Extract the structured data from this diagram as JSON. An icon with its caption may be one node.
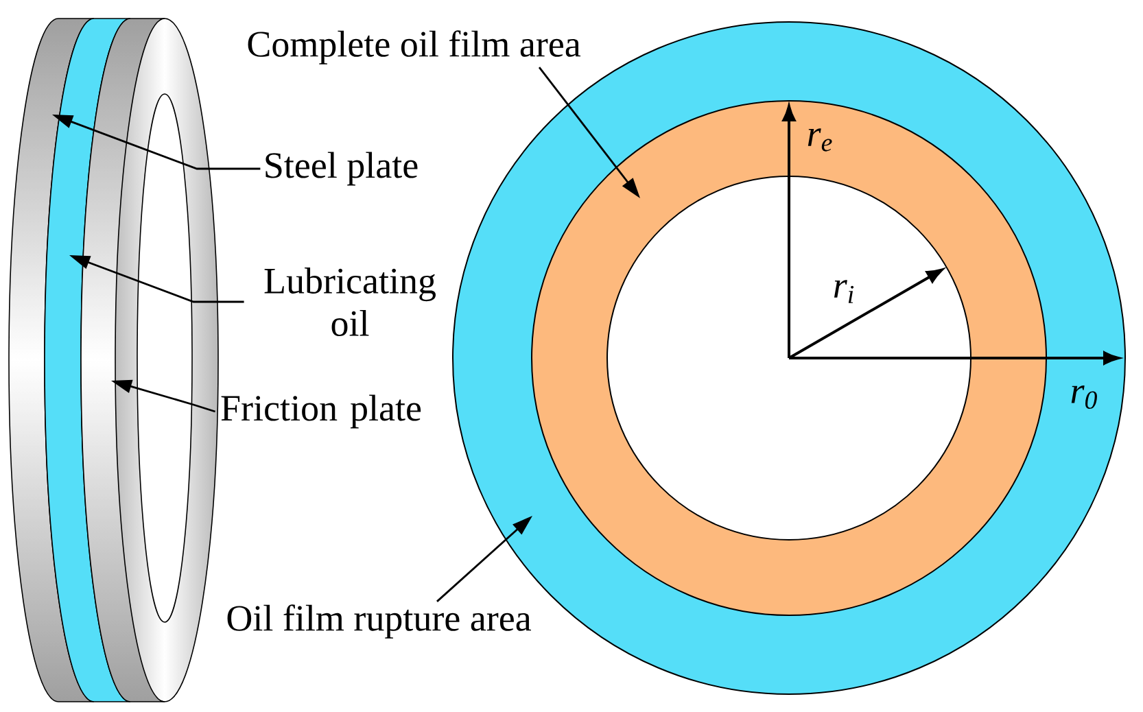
{
  "diagram": {
    "nodes": [
      {
        "text": [
          "Steel plate"
        ]
      },
      {
        "text": [
          "Lubricating oil"
        ]
      },
      {
        "text": [
          "Friction plate"
        ]
      },
      {
        "text": [
          "Complete oil film area"
        ]
      },
      {
        "text": [
          "Oil film rupture area"
        ]
      },
      {
        "text": [],
        "shape": "band"
      },
      {
        "text": [],
        "shape": "band"
      },
      {
        "text": [],
        "shape": "band"
      },
      {
        "text": [],
        "shape": "ring",
        "in": 9
      },
      {
        "text": [],
        "shape": "ring"
      }
    ],
    "edges": [
      {
        "from": 0,
        "to": 5,
        "arrow": "to"
      },
      {
        "from": 1,
        "to": 6,
        "arrow": "to"
      },
      {
        "from": 2,
        "to": 7,
        "arrow": "to"
      },
      {
        "from": 3,
        "to": 8,
        "arrow": "to"
      },
      {
        "from": 4,
        "to": 9,
        "arrow": "to"
      }
    ],
    "labels": [
      "r$_{e}$",
      "r$_{i}$",
      "r$_{0}$"
    ]
  }
}
